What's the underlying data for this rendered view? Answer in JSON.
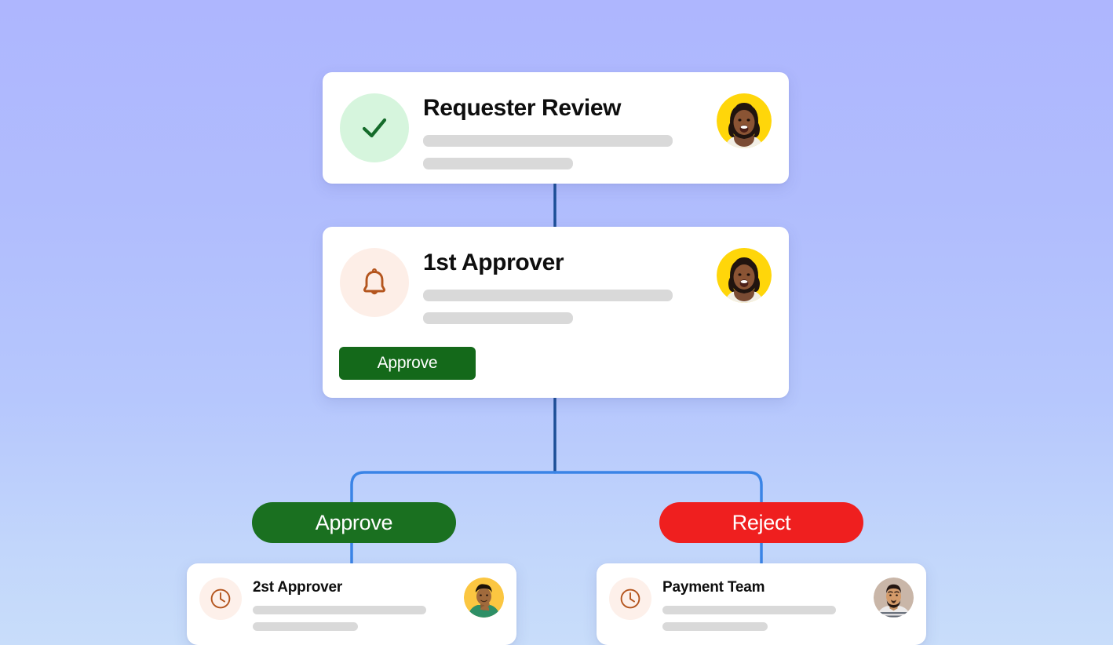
{
  "theme": {
    "background_gradient_top": "#aeb6fe",
    "background_gradient_bottom": "#c8ddfa",
    "card_background": "#ffffff",
    "connector_color_dark": "#1c4f97",
    "connector_color_light": "#3a84e6",
    "approve_green": "#14691a",
    "approve_pill_green": "#1a7020",
    "reject_red": "#ef1f1f",
    "skeleton_gray": "#d9d9d9",
    "bubble_green": "#d6f5dd",
    "bubble_peach": "#fdeee7",
    "icon_brown": "#b4551e",
    "icon_check_green": "#156b2a"
  },
  "flow": {
    "nodes": [
      {
        "id": "requester-review",
        "title": "Requester Review",
        "status_icon": "check-icon",
        "bubble_color": "#d6f5dd",
        "avatar": "avatar-woman-yellow",
        "has_action_button": false
      },
      {
        "id": "first-approver",
        "title": "1st Approver",
        "status_icon": "bell-icon",
        "bubble_color": "#fdeee7",
        "avatar": "avatar-woman-yellow",
        "has_action_button": true,
        "action_button_label": "Approve"
      },
      {
        "id": "second-approver",
        "title": "2st Approver",
        "status_icon": "clock-icon",
        "bubble_color": "#fdf0ea",
        "avatar": "avatar-man-green-yellow",
        "has_action_button": false
      },
      {
        "id": "payment-team",
        "title": "Payment Team",
        "status_icon": "clock-icon",
        "bubble_color": "#fdf0ea",
        "avatar": "avatar-man-beard-taupe",
        "has_action_button": false
      }
    ],
    "branches": [
      {
        "id": "branch-approve",
        "label": "Approve",
        "color": "#1a7020",
        "target": "second-approver"
      },
      {
        "id": "branch-reject",
        "label": "Reject",
        "color": "#ef1f1f",
        "target": "payment-team"
      }
    ]
  }
}
